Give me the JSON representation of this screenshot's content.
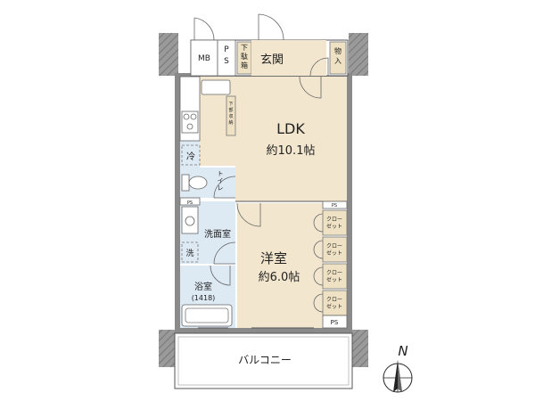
{
  "labels": {
    "mb": "MB",
    "ps_top": "P\nS",
    "geta": "下\n駄\n箱",
    "genkan": "玄関",
    "monoire": "物\n入",
    "kitchen_storage": "下\n部\n収\n納",
    "ldk": "LDK",
    "ldk_area": "約10.1帖",
    "rei": "冷",
    "toilet": "ト\nイ\nレ",
    "ps_small_left": "PS",
    "ps_small_right": "PS",
    "ps_bottom": "PS",
    "senmenshitsu": "洗面室",
    "sen": "洗",
    "yokushitsu": "浴室",
    "bath_size": "(1418)",
    "yoshitsu": "洋室",
    "yoshitsu_area": "約6.0帖",
    "closet": "クロー\nゼット",
    "balcony": "バルコニー",
    "north": "N"
  },
  "closet_count": 4,
  "colors": {
    "living": "#f3e6cf",
    "wet_area": "#dde9f3",
    "wall": "#8a8a8a"
  }
}
